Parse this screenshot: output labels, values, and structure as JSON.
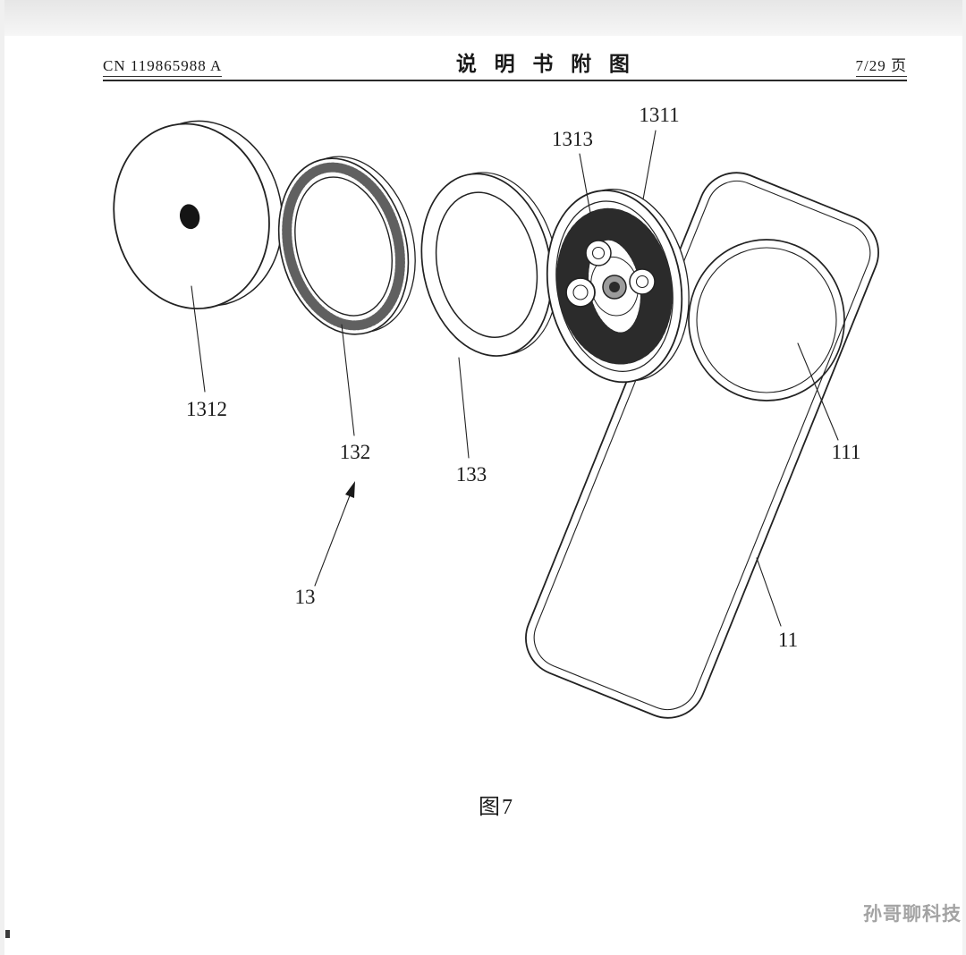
{
  "page": {
    "header": {
      "doc_number": "CN 119865988 A",
      "title": "说 明 书 附 图",
      "page_info": "7/29 页"
    },
    "figure": {
      "caption": "图7",
      "labels": {
        "l1311": "1311",
        "l1313": "1313",
        "l1312": "1312",
        "l132": "132",
        "l133": "133",
        "l111": "111",
        "l13": "13",
        "l11": "11"
      }
    },
    "watermark": "孙哥聊科技",
    "colors": {
      "ink": "#1a1a1a",
      "watermark_gray": "#a3a3a3",
      "scan_edge": "#e6e6e6"
    }
  }
}
